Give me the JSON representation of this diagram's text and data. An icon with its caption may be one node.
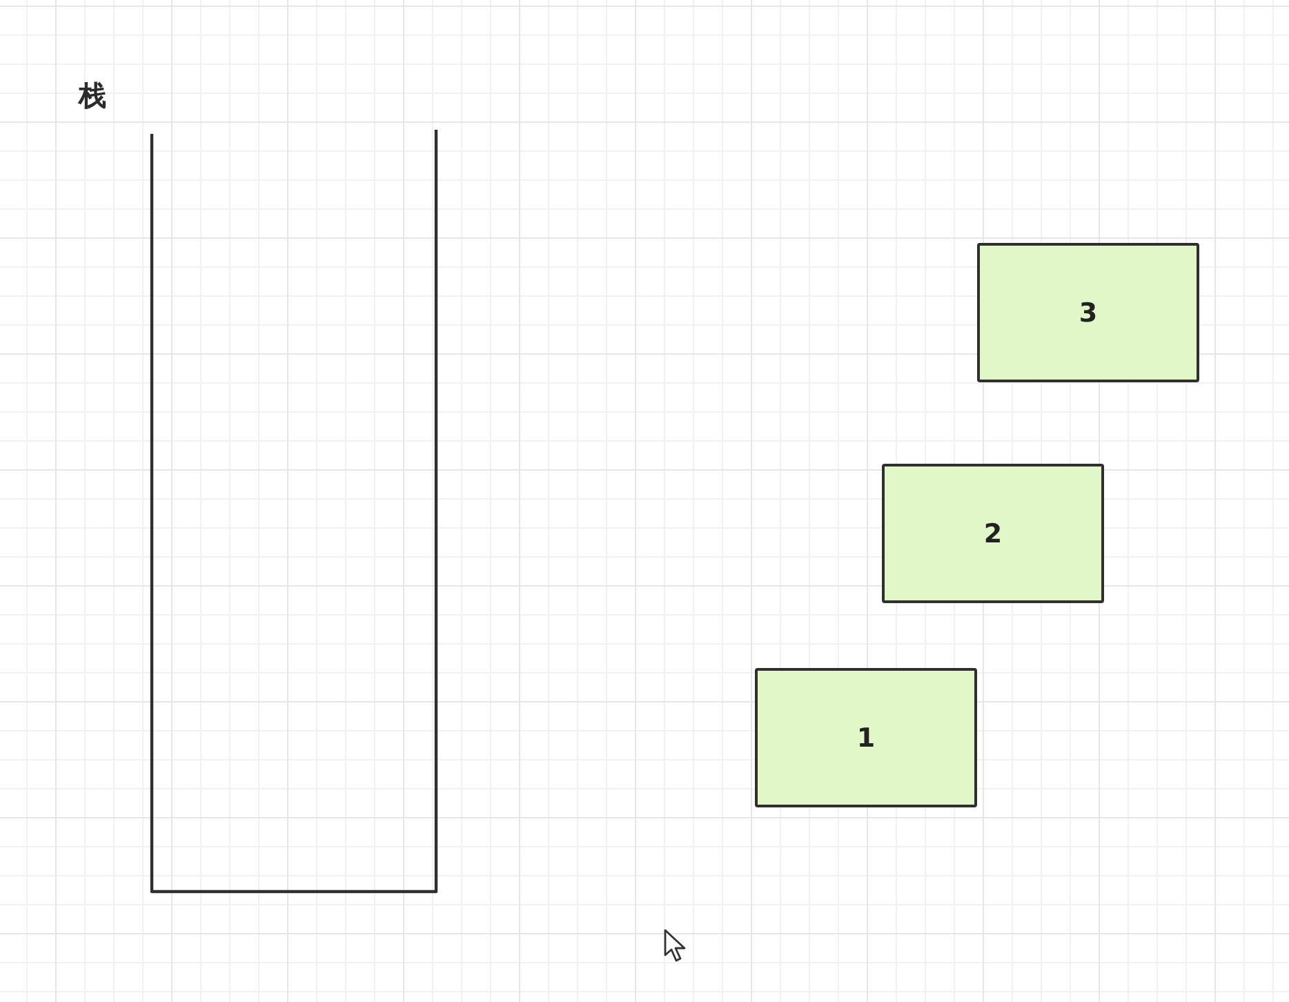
{
  "diagram": {
    "nodes": [
      {
        "text": [
          "栈"
        ]
      },
      {
        "text": [
          "3"
        ]
      },
      {
        "text": [
          "2"
        ]
      },
      {
        "text": [
          "1"
        ]
      }
    ]
  }
}
